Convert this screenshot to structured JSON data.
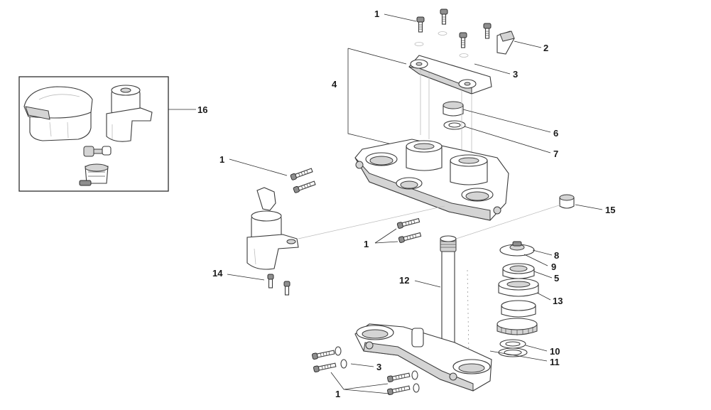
{
  "callouts": [
    {
      "id": "c1_top",
      "text": "1"
    },
    {
      "id": "c2",
      "text": "2"
    },
    {
      "id": "c3_top",
      "text": "3"
    },
    {
      "id": "c4",
      "text": "4"
    },
    {
      "id": "c6",
      "text": "6"
    },
    {
      "id": "c7",
      "text": "7"
    },
    {
      "id": "c16",
      "text": "16"
    },
    {
      "id": "c1_left",
      "text": "1"
    },
    {
      "id": "c15",
      "text": "15"
    },
    {
      "id": "c1_mid",
      "text": "1"
    },
    {
      "id": "c8",
      "text": "8"
    },
    {
      "id": "c9",
      "text": "9"
    },
    {
      "id": "c5",
      "text": "5"
    },
    {
      "id": "c14",
      "text": "14"
    },
    {
      "id": "c12",
      "text": "12"
    },
    {
      "id": "c13",
      "text": "13"
    },
    {
      "id": "c10",
      "text": "10"
    },
    {
      "id": "c11",
      "text": "11"
    },
    {
      "id": "c3_bottom",
      "text": "3"
    },
    {
      "id": "c1_bottom",
      "text": "1"
    }
  ],
  "icons": {
    "inset": "ignition-lock-and-fuel-cap-set-icon",
    "clamp": "upper-handlebar-clamp-icon",
    "upper_yoke": "upper-triple-clamp-icon",
    "lower_yoke": "lower-triple-clamp-icon",
    "stem": "steering-stem-icon",
    "lock": "steering-lock-icon"
  }
}
